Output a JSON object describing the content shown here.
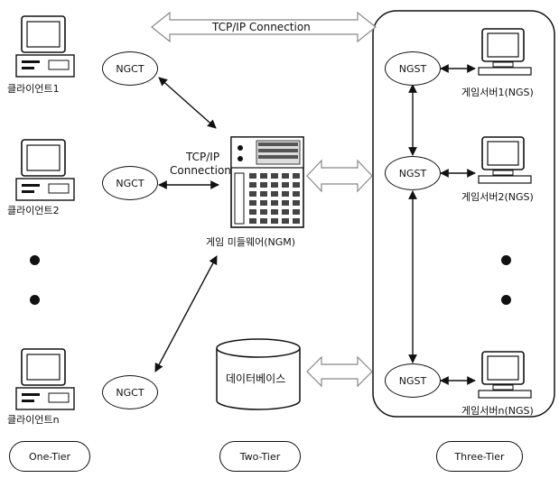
{
  "top_link": {
    "label": "TCP/IP Connection"
  },
  "middle_link": {
    "label_line1": "TCP/IP",
    "label_line2": "Connection"
  },
  "clients": [
    {
      "label": "클라이언트1",
      "agent": "NGCT"
    },
    {
      "label": "클라이언트2",
      "agent": "NGCT"
    },
    {
      "label": "클라이언트n",
      "agent": "NGCT"
    }
  ],
  "middleware": {
    "label": "게임 미들웨어(NGM)"
  },
  "database": {
    "label": "데이터베이스"
  },
  "servers": [
    {
      "label": "게임서버1(NGS)",
      "agent": "NGST"
    },
    {
      "label": "게임서버2(NGS)",
      "agent": "NGST"
    },
    {
      "label": "게임서버n(NGS)",
      "agent": "NGST"
    }
  ],
  "tiers": {
    "one": "One-Tier",
    "two": "Two-Tier",
    "three": "Three-Tier"
  }
}
